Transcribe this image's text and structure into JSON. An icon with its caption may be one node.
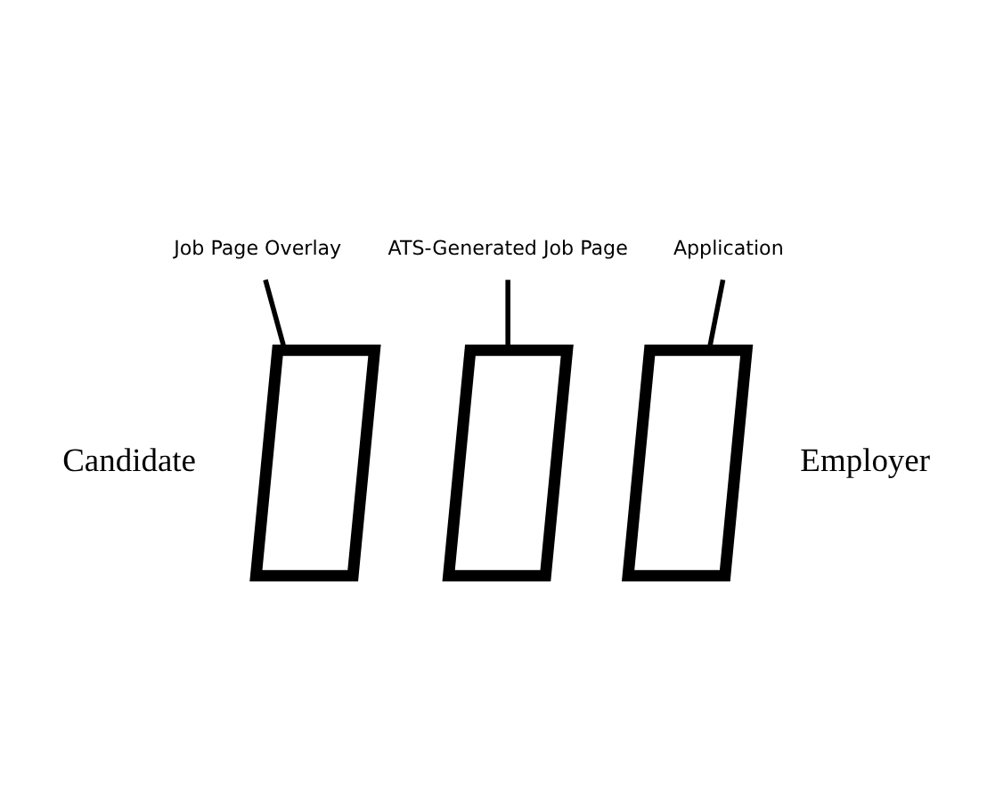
{
  "diagram": {
    "nodes": [
      {
        "text": [
          "Job Page Overlay"
        ]
      },
      {
        "text": [
          "ATS-Generated Job Page"
        ]
      },
      {
        "text": [
          "Application"
        ]
      },
      {
        "text": [],
        "shape": "parallelogram"
      },
      {
        "text": [],
        "shape": "parallelogram"
      },
      {
        "text": [],
        "shape": "parallelogram"
      },
      {
        "text": [
          "Candidate"
        ]
      },
      {
        "text": [
          "Employer"
        ]
      }
    ],
    "edges": [
      {
        "from": 0,
        "to": 3,
        "arrow": "none"
      },
      {
        "from": 1,
        "to": 4,
        "arrow": "none"
      },
      {
        "from": 2,
        "to": 5,
        "arrow": "none"
      }
    ]
  }
}
